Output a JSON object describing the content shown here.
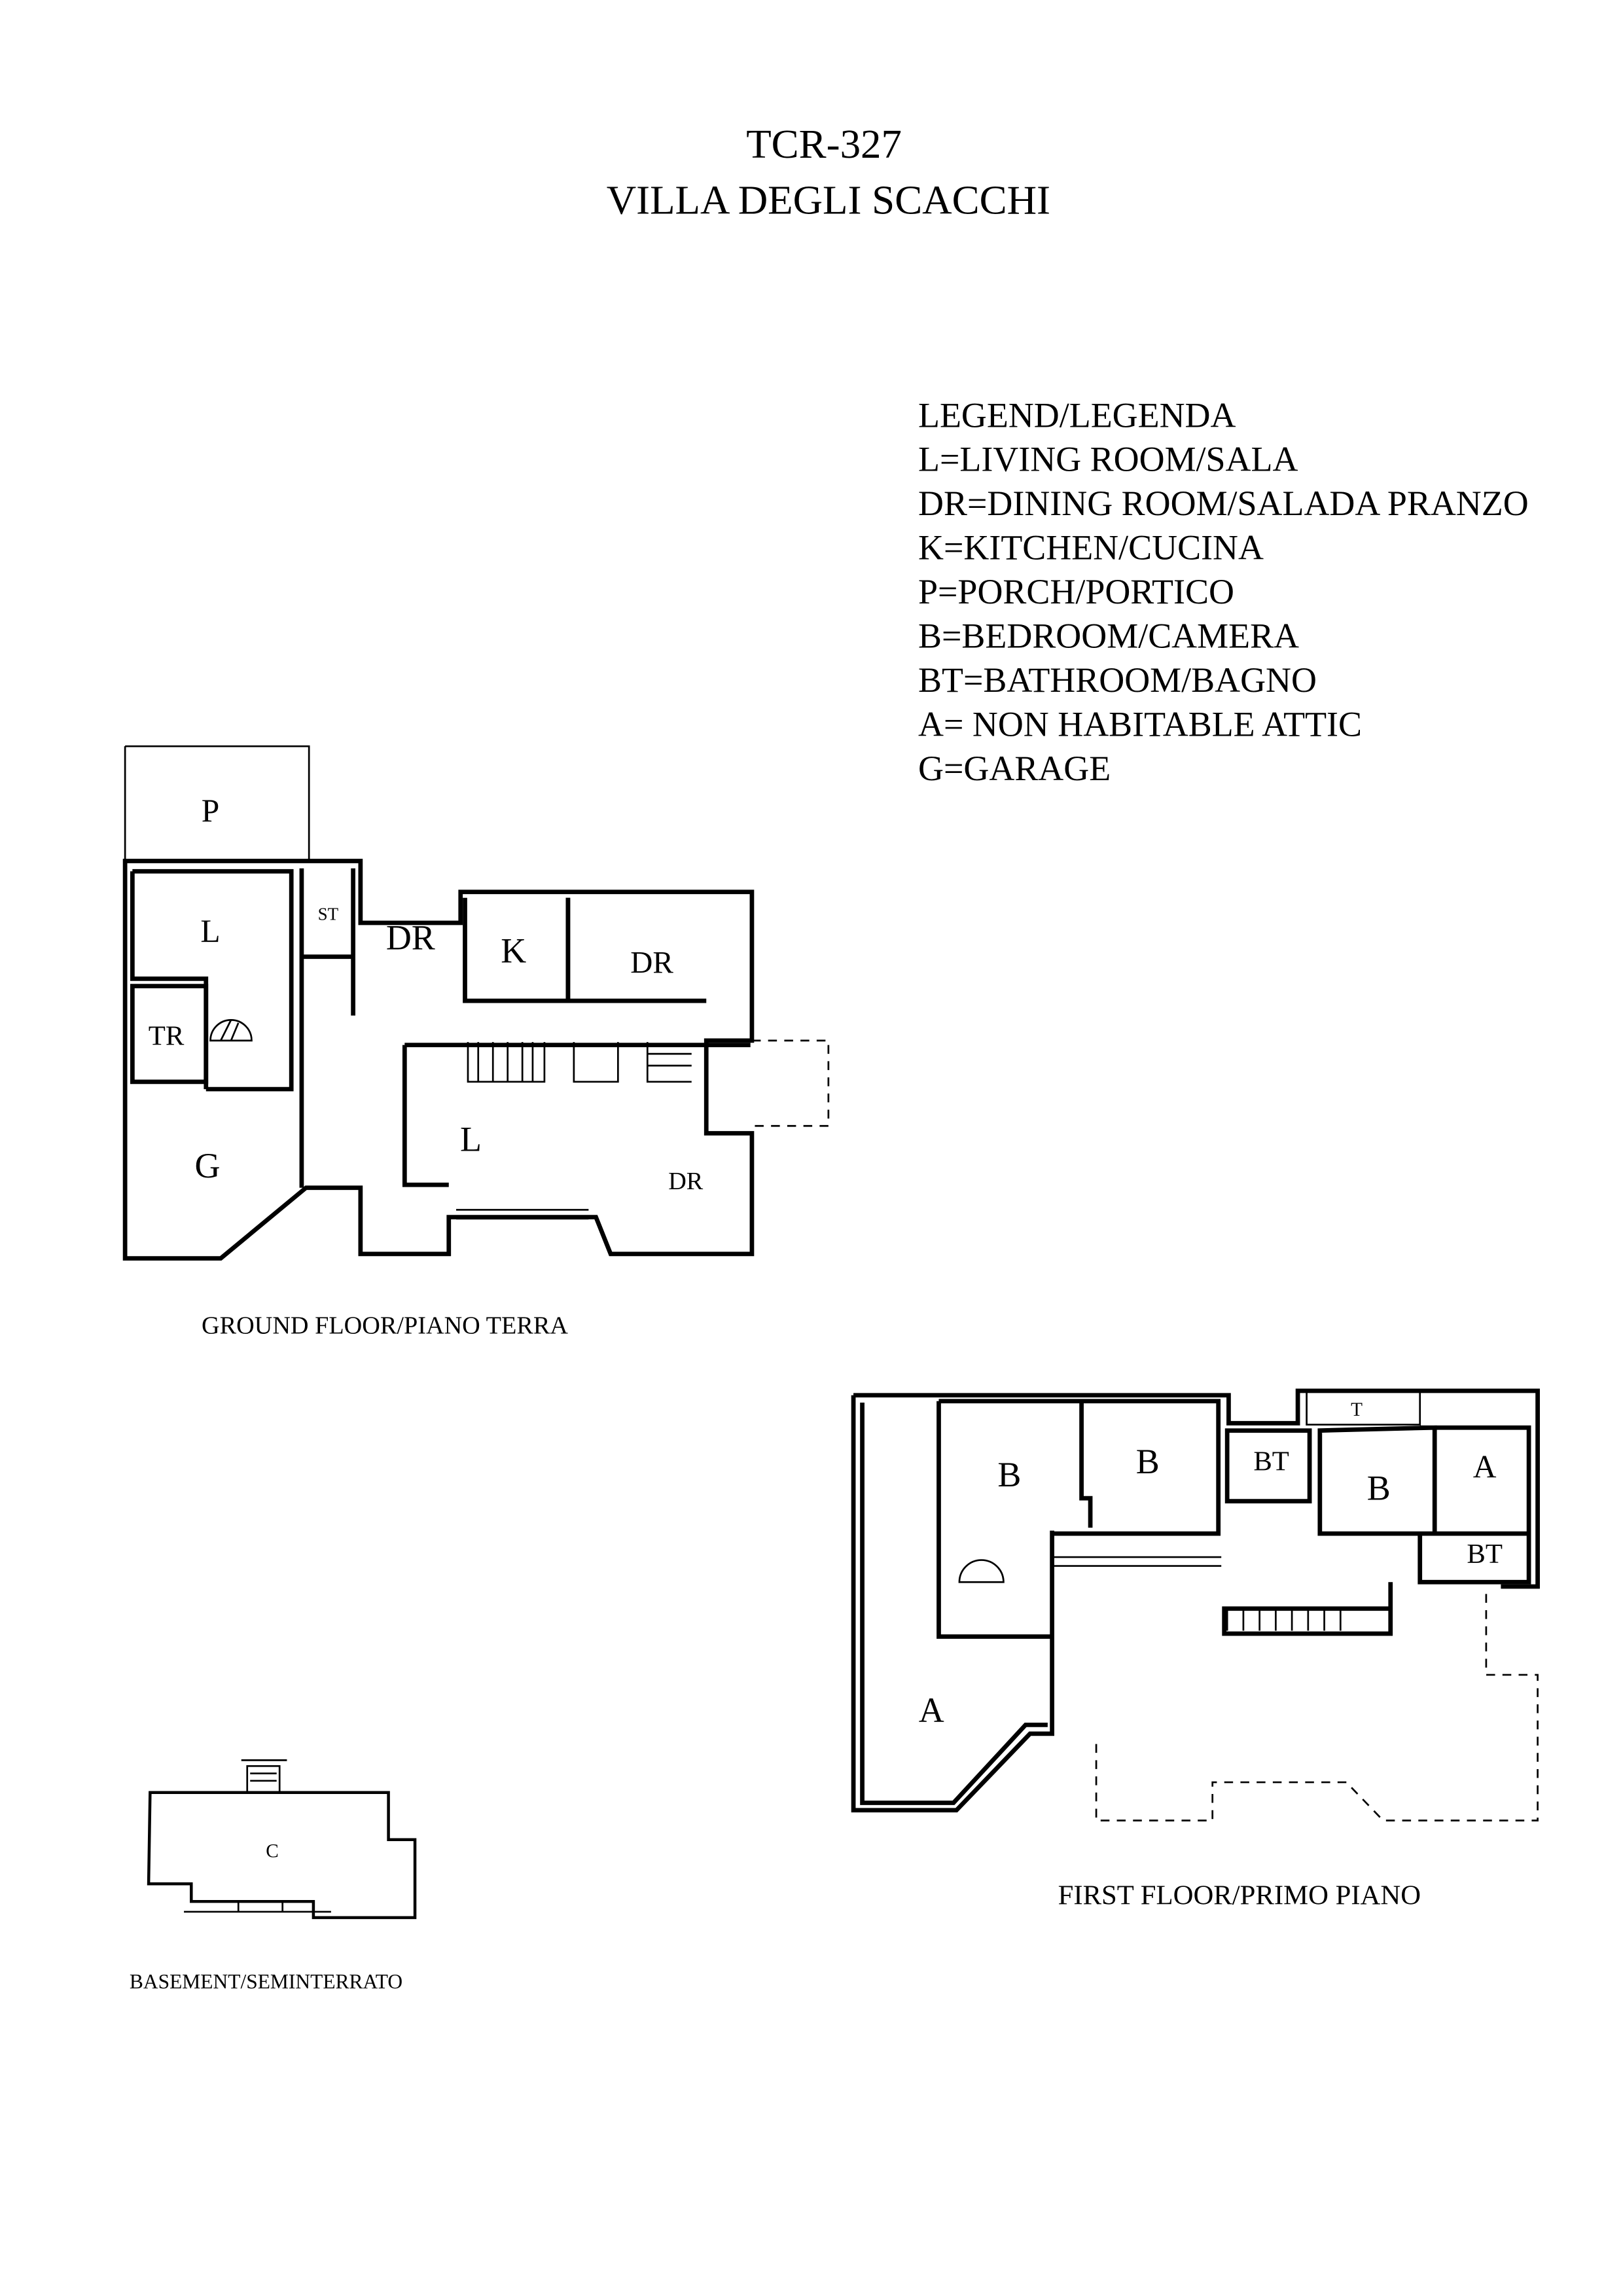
{
  "title": {
    "code": "TCR-327",
    "name": "VILLA DEGLI SCACCHI"
  },
  "legend": {
    "heading": "LEGEND/LEGENDA",
    "items": [
      "L=LIVING ROOM/SALA",
      "DR=DINING ROOM/SALADA PRANZO",
      "K=KITCHEN/CUCINA",
      "P=PORCH/PORTICO",
      "B=BEDROOM/CAMERA",
      "BT=BATHROOM/BAGNO",
      "A= NON HABITABLE ATTIC",
      "G=GARAGE"
    ]
  },
  "ground_floor": {
    "caption": "GROUND FLOOR/PIANO TERRA",
    "rooms": [
      "P",
      "L",
      "ST",
      "DR",
      "K",
      "DR",
      "TR",
      "L",
      "G",
      "DR"
    ]
  },
  "first_floor": {
    "caption": "FIRST FLOOR/PRIMO PIANO",
    "rooms": [
      "B",
      "B",
      "BT",
      "B",
      "A",
      "T",
      "BT",
      "A"
    ]
  },
  "basement": {
    "caption": "BASEMENT/SEMINTERRATO",
    "rooms": [
      "C"
    ]
  }
}
